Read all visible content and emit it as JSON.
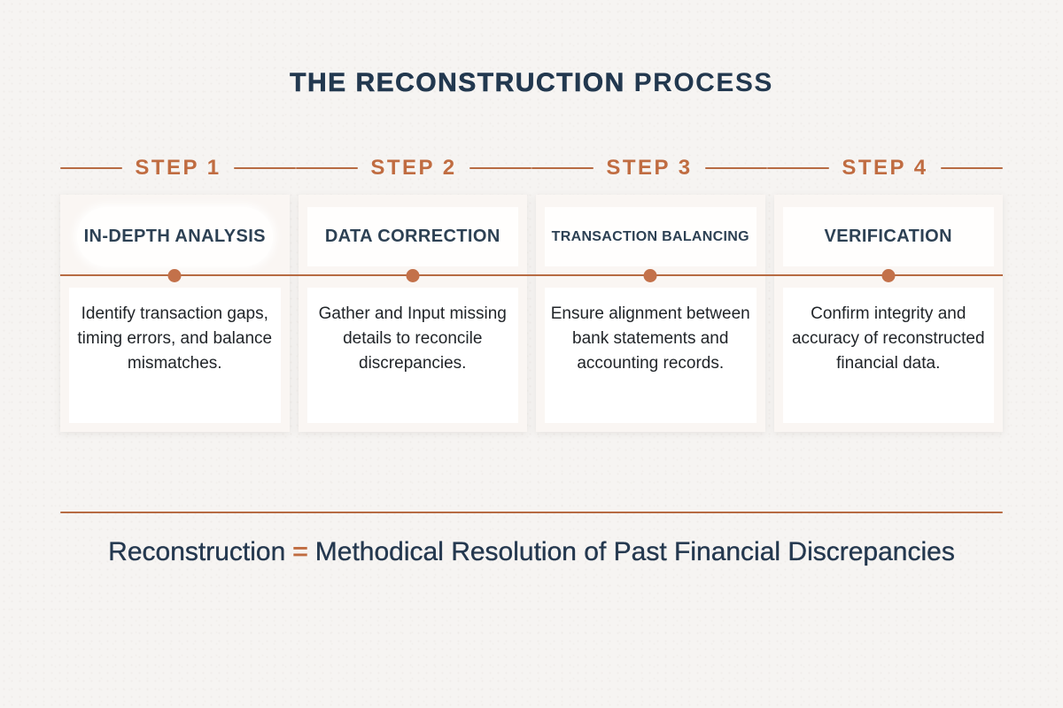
{
  "title": {
    "main": "THE RECONSTRUCTION",
    "sub": "PROCESS"
  },
  "steps": [
    {
      "label": "STEP 1",
      "heading": "IN-DEPTH ANALYSIS",
      "description": "Identify transaction gaps, timing errors, and balance mismatches."
    },
    {
      "label": "STEP 2",
      "heading": "DATA CORRECTION",
      "description": "Gather and Input missing details to reconcile discrepancies."
    },
    {
      "label": "STEP 3",
      "heading": "TRANSACTION BALANCING",
      "description": "Ensure alignment between bank statements and accounting records."
    },
    {
      "label": "STEP 4",
      "heading": "VERIFICATION",
      "description": "Confirm integrity and accuracy of reconstructed financial data."
    }
  ],
  "footer": {
    "term": "Reconstruction",
    "equals_sign": "=",
    "definition": "Methodical Resolution of Past Financial Discrepancies"
  },
  "colors": {
    "accent_orange": "#c06c41",
    "navy": "#24384f",
    "card_background": "#faf6f3",
    "page_background": "#f6f4f2"
  }
}
